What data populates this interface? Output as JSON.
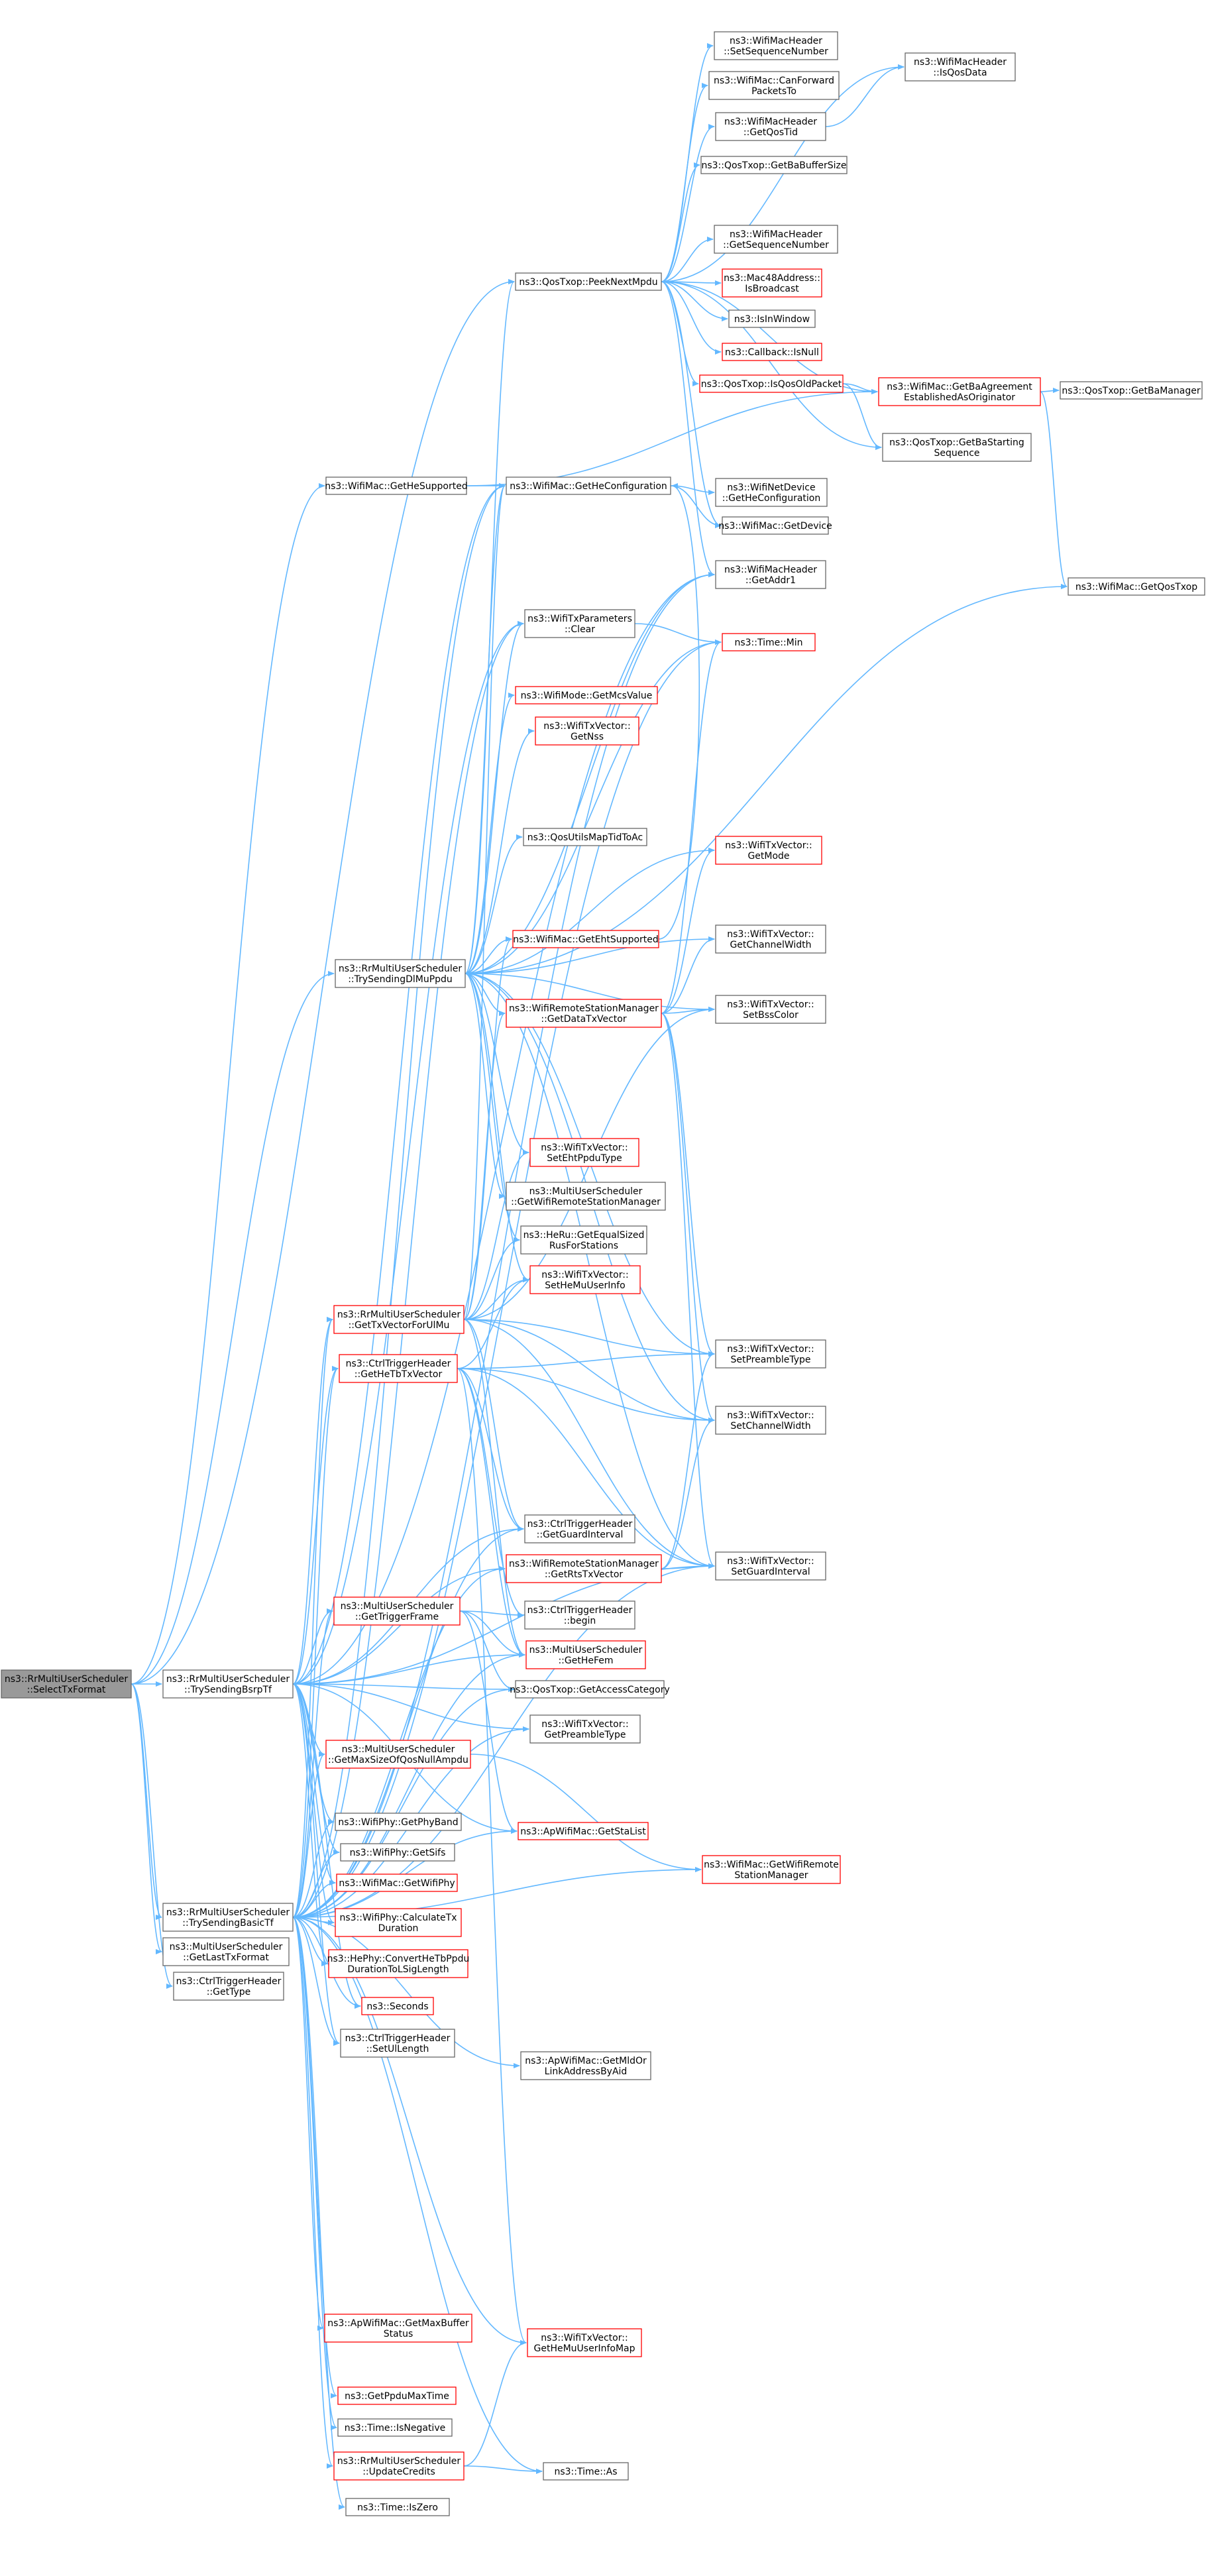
{
  "colors": {
    "edge": "#63b8ff",
    "node_border_normal": "#666666",
    "node_border_truncated": "#ff0000",
    "node_fill": "#ffffff",
    "root_fill": "#999999"
  },
  "nodes": [
    {
      "id": "root",
      "lines": [
        "ns3::RrMultiUserScheduler",
        "::SelectTxFormat"
      ],
      "style": "root"
    },
    {
      "id": "peek",
      "lines": [
        "ns3::QosTxop::PeekNextMpdu"
      ],
      "style": "normal"
    },
    {
      "id": "hesup",
      "lines": [
        "ns3::WifiMac::GetHeSupported"
      ],
      "style": "normal"
    },
    {
      "id": "trydl",
      "lines": [
        "ns3::RrMultiUserScheduler",
        "::TrySendingDlMuPpdu"
      ],
      "style": "normal"
    },
    {
      "id": "trybsrp",
      "lines": [
        "ns3::RrMultiUserScheduler",
        "::TrySendingBsrpTf"
      ],
      "style": "normal"
    },
    {
      "id": "trybasic",
      "lines": [
        "ns3::RrMultiUserScheduler",
        "::TrySendingBasicTf"
      ],
      "style": "normal"
    },
    {
      "id": "lasttx",
      "lines": [
        "ns3::MultiUserScheduler",
        "::GetLastTxFormat"
      ],
      "style": "normal"
    },
    {
      "id": "gettype",
      "lines": [
        "ns3::CtrlTriggerHeader",
        "::GetType"
      ],
      "style": "normal"
    },
    {
      "id": "setseq",
      "lines": [
        "ns3::WifiMacHeader",
        "::SetSequenceNumber"
      ],
      "style": "normal"
    },
    {
      "id": "canfwd",
      "lines": [
        "ns3::WifiMac::CanForward",
        "PacketsTo"
      ],
      "style": "normal"
    },
    {
      "id": "getqostid",
      "lines": [
        "ns3::WifiMacHeader",
        "::GetQosTid"
      ],
      "style": "normal"
    },
    {
      "id": "babuf",
      "lines": [
        "ns3::QosTxop::GetBaBufferSize"
      ],
      "style": "normal"
    },
    {
      "id": "getseq",
      "lines": [
        "ns3::WifiMacHeader",
        "::GetSequenceNumber"
      ],
      "style": "normal"
    },
    {
      "id": "bcast",
      "lines": [
        "ns3::Mac48Address::",
        "IsBroadcast"
      ],
      "style": "truncated"
    },
    {
      "id": "inwin",
      "lines": [
        "ns3::IsInWindow"
      ],
      "style": "normal"
    },
    {
      "id": "cbnull",
      "lines": [
        "ns3::Callback::IsNull"
      ],
      "style": "truncated"
    },
    {
      "id": "isqosold",
      "lines": [
        "ns3::QosTxop::IsQosOldPacket"
      ],
      "style": "truncated"
    },
    {
      "id": "hecfg",
      "lines": [
        "ns3::WifiMac::GetHeConfiguration"
      ],
      "style": "normal"
    },
    {
      "id": "txclear",
      "lines": [
        "ns3::WifiTxParameters",
        "::Clear"
      ],
      "style": "normal"
    },
    {
      "id": "mcs",
      "lines": [
        "ns3::WifiMode::GetMcsValue"
      ],
      "style": "truncated"
    },
    {
      "id": "nss",
      "lines": [
        "ns3::WifiTxVector::",
        "GetNss"
      ],
      "style": "truncated"
    },
    {
      "id": "qosmap",
      "lines": [
        "ns3::QosUtilsMapTidToAc"
      ],
      "style": "normal"
    },
    {
      "id": "ehtsup",
      "lines": [
        "ns3::WifiMac::GetEhtSupported"
      ],
      "style": "truncated"
    },
    {
      "id": "datatx",
      "lines": [
        "ns3::WifiRemoteStationManager",
        "::GetDataTxVector"
      ],
      "style": "truncated"
    },
    {
      "id": "setehtppdu",
      "lines": [
        "ns3::WifiTxVector::",
        "SetEhtPpduType"
      ],
      "style": "truncated"
    },
    {
      "id": "muwrsm",
      "lines": [
        "ns3::MultiUserScheduler",
        "::GetWifiRemoteStationManager"
      ],
      "style": "normal"
    },
    {
      "id": "heru",
      "lines": [
        "ns3::HeRu::GetEqualSized",
        "RusForStations"
      ],
      "style": "normal"
    },
    {
      "id": "sethemu",
      "lines": [
        "ns3::WifiTxVector::",
        "SetHeMuUserInfo"
      ],
      "style": "truncated"
    },
    {
      "id": "gettxul",
      "lines": [
        "ns3::RrMultiUserScheduler",
        "::GetTxVectorForUlMu"
      ],
      "style": "truncated"
    },
    {
      "id": "gethetb",
      "lines": [
        "ns3::CtrlTriggerHeader",
        "::GetHeTbTxVector"
      ],
      "style": "truncated"
    },
    {
      "id": "getgi",
      "lines": [
        "ns3::CtrlTriggerHeader",
        "::GetGuardInterval"
      ],
      "style": "normal"
    },
    {
      "id": "getrts",
      "lines": [
        "ns3::WifiRemoteStationManager",
        "::GetRtsTxVector"
      ],
      "style": "truncated"
    },
    {
      "id": "gettrig",
      "lines": [
        "ns3::MultiUserScheduler",
        "::GetTriggerFrame"
      ],
      "style": "truncated"
    },
    {
      "id": "begin",
      "lines": [
        "ns3::CtrlTriggerHeader",
        "::begin"
      ],
      "style": "normal"
    },
    {
      "id": "gethefem",
      "lines": [
        "ns3::MultiUserScheduler",
        "::GetHeFem"
      ],
      "style": "truncated"
    },
    {
      "id": "getac",
      "lines": [
        "ns3::QosTxop::GetAccessCategory"
      ],
      "style": "normal"
    },
    {
      "id": "getpre",
      "lines": [
        "ns3::WifiTxVector::",
        "GetPreambleType"
      ],
      "style": "normal"
    },
    {
      "id": "maxnull",
      "lines": [
        "ns3::MultiUserScheduler",
        "::GetMaxSizeOfQosNullAmpdu"
      ],
      "style": "truncated"
    },
    {
      "id": "stalist",
      "lines": [
        "ns3::ApWifiMac::GetStaList"
      ],
      "style": "truncated"
    },
    {
      "id": "phyband",
      "lines": [
        "ns3::WifiPhy::GetPhyBand"
      ],
      "style": "normal"
    },
    {
      "id": "sifs",
      "lines": [
        "ns3::WifiPhy::GetSifs"
      ],
      "style": "normal"
    },
    {
      "id": "getphy",
      "lines": [
        "ns3::WifiMac::GetWifiPhy"
      ],
      "style": "truncated"
    },
    {
      "id": "calctx",
      "lines": [
        "ns3::WifiPhy::CalculateTx",
        "Duration"
      ],
      "style": "truncated"
    },
    {
      "id": "convhetb",
      "lines": [
        "ns3::HePhy::ConvertHeTbPpdu",
        "DurationToLSigLength"
      ],
      "style": "truncated"
    },
    {
      "id": "seconds",
      "lines": [
        "ns3::Seconds"
      ],
      "style": "truncated"
    },
    {
      "id": "setul",
      "lines": [
        "ns3::CtrlTriggerHeader",
        "::SetUlLength"
      ],
      "style": "normal"
    },
    {
      "id": "mldaddr",
      "lines": [
        "ns3::ApWifiMac::GetMldOr",
        "LinkAddressByAid"
      ],
      "style": "normal"
    },
    {
      "id": "maxbuf",
      "lines": [
        "ns3::ApWifiMac::GetMaxBuffer",
        "Status"
      ],
      "style": "truncated"
    },
    {
      "id": "hemumap",
      "lines": [
        "ns3::WifiTxVector::",
        "GetHeMuUserInfoMap"
      ],
      "style": "truncated"
    },
    {
      "id": "ppdumax",
      "lines": [
        "ns3::GetPpduMaxTime"
      ],
      "style": "truncated"
    },
    {
      "id": "isneg",
      "lines": [
        "ns3::Time::IsNegative"
      ],
      "style": "normal"
    },
    {
      "id": "updcred",
      "lines": [
        "ns3::RrMultiUserScheduler",
        "::UpdateCredits"
      ],
      "style": "truncated"
    },
    {
      "id": "timeas",
      "lines": [
        "ns3::Time::As"
      ],
      "style": "normal"
    },
    {
      "id": "iszero",
      "lines": [
        "ns3::Time::IsZero"
      ],
      "style": "normal"
    },
    {
      "id": "isqosdata",
      "lines": [
        "ns3::WifiMacHeader",
        "::IsQosData"
      ],
      "style": "normal"
    },
    {
      "id": "baagree",
      "lines": [
        "ns3::WifiMac::GetBaAgreement",
        "EstablishedAsOriginator"
      ],
      "style": "truncated"
    },
    {
      "id": "bamgr",
      "lines": [
        "ns3::QosTxop::GetBaManager"
      ],
      "style": "normal"
    },
    {
      "id": "bastart",
      "lines": [
        "ns3::QosTxop::GetBaStarting",
        "Sequence"
      ],
      "style": "normal"
    },
    {
      "id": "netdevhe",
      "lines": [
        "ns3::WifiNetDevice",
        "::GetHeConfiguration"
      ],
      "style": "normal"
    },
    {
      "id": "getdev",
      "lines": [
        "ns3::WifiMac::GetDevice"
      ],
      "style": "normal"
    },
    {
      "id": "addr1",
      "lines": [
        "ns3::WifiMacHeader",
        "::GetAddr1"
      ],
      "style": "normal"
    },
    {
      "id": "timemin",
      "lines": [
        "ns3::Time::Min"
      ],
      "style": "truncated"
    },
    {
      "id": "getqostxop",
      "lines": [
        "ns3::WifiMac::GetQosTxop"
      ],
      "style": "normal"
    },
    {
      "id": "getmode",
      "lines": [
        "ns3::WifiTxVector::",
        "GetMode"
      ],
      "style": "truncated"
    },
    {
      "id": "getcw",
      "lines": [
        "ns3::WifiTxVector::",
        "GetChannelWidth"
      ],
      "style": "normal"
    },
    {
      "id": "setbss",
      "lines": [
        "ns3::WifiTxVector::",
        "SetBssColor"
      ],
      "style": "normal"
    },
    {
      "id": "setpre",
      "lines": [
        "ns3::WifiTxVector::",
        "SetPreambleType"
      ],
      "style": "normal"
    },
    {
      "id": "setcw",
      "lines": [
        "ns3::WifiTxVector::",
        "SetChannelWidth"
      ],
      "style": "normal"
    },
    {
      "id": "setgi",
      "lines": [
        "ns3::WifiTxVector::",
        "SetGuardInterval"
      ],
      "style": "normal"
    },
    {
      "id": "getwrsm",
      "lines": [
        "ns3::WifiMac::GetWifiRemote",
        "StationManager"
      ],
      "style": "truncated"
    }
  ],
  "edges": [
    [
      "root",
      "peek"
    ],
    [
      "root",
      "hesup"
    ],
    [
      "root",
      "trydl"
    ],
    [
      "root",
      "trybsrp"
    ],
    [
      "root",
      "trybasic"
    ],
    [
      "root",
      "lasttx"
    ],
    [
      "root",
      "gettype"
    ],
    [
      "peek",
      "setseq"
    ],
    [
      "peek",
      "canfwd"
    ],
    [
      "peek",
      "getqostid"
    ],
    [
      "peek",
      "babuf"
    ],
    [
      "peek",
      "getseq"
    ],
    [
      "peek",
      "bcast"
    ],
    [
      "peek",
      "inwin"
    ],
    [
      "peek",
      "cbnull"
    ],
    [
      "peek",
      "isqosold"
    ],
    [
      "peek",
      "isqosdata"
    ],
    [
      "peek",
      "baagree"
    ],
    [
      "peek",
      "bastart"
    ],
    [
      "peek",
      "getdev"
    ],
    [
      "peek",
      "addr1"
    ],
    [
      "getqostid",
      "isqosdata"
    ],
    [
      "isqosold",
      "baagree"
    ],
    [
      "isqosold",
      "bastart"
    ],
    [
      "baagree",
      "bamgr"
    ],
    [
      "baagree",
      "getqostxop"
    ],
    [
      "hesup",
      "hecfg"
    ],
    [
      "hesup",
      "baagree"
    ],
    [
      "hecfg",
      "netdevhe"
    ],
    [
      "hecfg",
      "getdev"
    ],
    [
      "txclear",
      "timemin"
    ],
    [
      "trydl",
      "peek"
    ],
    [
      "trydl",
      "hecfg"
    ],
    [
      "trydl",
      "txclear"
    ],
    [
      "trydl",
      "mcs"
    ],
    [
      "trydl",
      "nss"
    ],
    [
      "trydl",
      "qosmap"
    ],
    [
      "trydl",
      "ehtsup"
    ],
    [
      "trydl",
      "datatx"
    ],
    [
      "trydl",
      "setehtppdu"
    ],
    [
      "trydl",
      "muwrsm"
    ],
    [
      "trydl",
      "heru"
    ],
    [
      "trydl",
      "sethemu"
    ],
    [
      "trydl",
      "getmode"
    ],
    [
      "trydl",
      "getcw"
    ],
    [
      "trydl",
      "setbss"
    ],
    [
      "trydl",
      "setpre"
    ],
    [
      "trydl",
      "setcw"
    ],
    [
      "trydl",
      "setgi"
    ],
    [
      "trydl",
      "getqostxop"
    ],
    [
      "trydl",
      "addr1"
    ],
    [
      "trydl",
      "timemin"
    ],
    [
      "ehtsup",
      "hecfg"
    ],
    [
      "datatx",
      "getmode"
    ],
    [
      "datatx",
      "getcw"
    ],
    [
      "datatx",
      "setbss"
    ],
    [
      "datatx",
      "setpre"
    ],
    [
      "datatx",
      "setcw"
    ],
    [
      "datatx",
      "setgi"
    ],
    [
      "datatx",
      "timemin"
    ],
    [
      "gettxul",
      "hecfg"
    ],
    [
      "gettxul",
      "ehtsup"
    ],
    [
      "gettxul",
      "datatx"
    ],
    [
      "gettxul",
      "setehtppdu"
    ],
    [
      "gettxul",
      "heru"
    ],
    [
      "gettxul",
      "sethemu"
    ],
    [
      "gettxul",
      "setbss"
    ],
    [
      "gettxul",
      "setpre"
    ],
    [
      "gettxul",
      "setcw"
    ],
    [
      "gettxul",
      "setgi"
    ],
    [
      "gettxul",
      "getgi"
    ],
    [
      "gettxul",
      "gethefem"
    ],
    [
      "gethetb",
      "setpre"
    ],
    [
      "gethetb",
      "setcw"
    ],
    [
      "gethetb",
      "setgi"
    ],
    [
      "gethetb",
      "sethemu"
    ],
    [
      "gethetb",
      "getgi"
    ],
    [
      "gethetb",
      "begin"
    ],
    [
      "gethetb",
      "gethefem"
    ],
    [
      "gethetb",
      "hemumap"
    ],
    [
      "getrts",
      "setgi"
    ],
    [
      "getrts",
      "setcw"
    ],
    [
      "getrts",
      "setpre"
    ],
    [
      "gettrig",
      "begin"
    ],
    [
      "gettrig",
      "gethefem"
    ],
    [
      "gettrig",
      "getac"
    ],
    [
      "gettrig",
      "stalist"
    ],
    [
      "maxnull",
      "getwrsm"
    ],
    [
      "trybsrp",
      "gettxul"
    ],
    [
      "trybsrp",
      "gethetb"
    ],
    [
      "trybsrp",
      "getrts"
    ],
    [
      "trybsrp",
      "gettrig"
    ],
    [
      "trybsrp",
      "maxnull"
    ],
    [
      "trybsrp",
      "phyband"
    ],
    [
      "trybsrp",
      "sifs"
    ],
    [
      "trybsrp",
      "getphy"
    ],
    [
      "trybsrp",
      "calctx"
    ],
    [
      "trybsrp",
      "convhetb"
    ],
    [
      "trybsrp",
      "seconds"
    ],
    [
      "trybsrp",
      "setul"
    ],
    [
      "trybsrp",
      "txclear"
    ],
    [
      "trybsrp",
      "hecfg"
    ],
    [
      "trybsrp",
      "getgi"
    ],
    [
      "trybsrp",
      "getac"
    ],
    [
      "trybsrp",
      "getpre"
    ],
    [
      "trybsrp",
      "gethefem"
    ],
    [
      "trybsrp",
      "stalist"
    ],
    [
      "trybsrp",
      "setgi"
    ],
    [
      "trybsrp",
      "addr1"
    ],
    [
      "trybasic",
      "gettxul"
    ],
    [
      "trybasic",
      "gethetb"
    ],
    [
      "trybasic",
      "getrts"
    ],
    [
      "trybasic",
      "gettrig"
    ],
    [
      "trybasic",
      "maxnull"
    ],
    [
      "trybasic",
      "phyband"
    ],
    [
      "trybasic",
      "sifs"
    ],
    [
      "trybasic",
      "getphy"
    ],
    [
      "trybasic",
      "calctx"
    ],
    [
      "trybasic",
      "convhetb"
    ],
    [
      "trybasic",
      "seconds"
    ],
    [
      "trybasic",
      "setul"
    ],
    [
      "trybasic",
      "mldaddr"
    ],
    [
      "trybasic",
      "maxbuf"
    ],
    [
      "trybasic",
      "hemumap"
    ],
    [
      "trybasic",
      "ppdumax"
    ],
    [
      "trybasic",
      "isneg"
    ],
    [
      "trybasic",
      "updcred"
    ],
    [
      "trybasic",
      "timeas"
    ],
    [
      "trybasic",
      "iszero"
    ],
    [
      "trybasic",
      "txclear"
    ],
    [
      "trybasic",
      "hecfg"
    ],
    [
      "trybasic",
      "getgi"
    ],
    [
      "trybasic",
      "getpre"
    ],
    [
      "trybasic",
      "stalist"
    ],
    [
      "trybasic",
      "setgi"
    ],
    [
      "trybasic",
      "getwrsm"
    ],
    [
      "trybasic",
      "timemin"
    ],
    [
      "trybasic",
      "addr1"
    ],
    [
      "trybasic",
      "getac"
    ],
    [
      "trybasic",
      "gethefem"
    ],
    [
      "updcred",
      "hemumap"
    ],
    [
      "updcred",
      "timeas"
    ]
  ]
}
